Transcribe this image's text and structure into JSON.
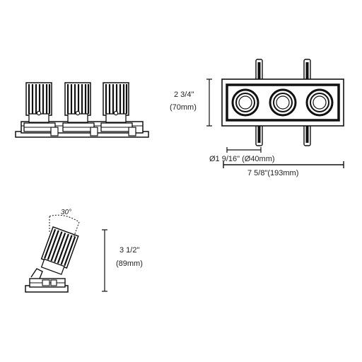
{
  "dimensions": {
    "height_imperial": "2  3/4\"",
    "height_metric": "(70mm)",
    "diameter": "Ø1 9/16\" (Ø40mm)",
    "length": "7  5/8\"(193mm)",
    "depth_imperial": "3  1/2\"",
    "depth_metric": "(89mm)",
    "tilt_angle": "30°"
  },
  "colors": {
    "line": "#111111",
    "fill": "#ffffff"
  }
}
